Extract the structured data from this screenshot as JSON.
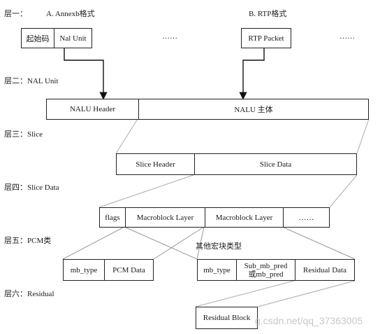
{
  "layers": {
    "l1": "层一：",
    "l2": "层二：NAL Unit",
    "l3": "层三：Slice",
    "l4": "层四：Slice Data",
    "l5": "层五：PCM类",
    "l6": "层六：Residual"
  },
  "headings": {
    "annexb": "A. Annexb格式",
    "rtp": "B. RTP格式"
  },
  "annexb_box": {
    "start_code": "起始码",
    "nal_unit": "Nal Unit"
  },
  "rtp_box": {
    "packet": "RTP Packet"
  },
  "dots": {
    "d1": "……",
    "d2": "……",
    "d3": "……"
  },
  "nalu": {
    "header": "NALU Header",
    "body": "NALU 主体"
  },
  "slice": {
    "header": "Slice Header",
    "data": "Slice Data"
  },
  "slice_data": {
    "flags": "flags",
    "mb1": "Macroblock Layer",
    "mb2": "Macroblock Layer"
  },
  "other_types": "其他宏块类型",
  "pcm": {
    "mb_type": "mb_type",
    "data": "PCM Data"
  },
  "other": {
    "mb_type": "mb_type",
    "sub_line1": "Sub_mb_pred",
    "sub_line2": "或mb_pred",
    "residual": "Residual Data"
  },
  "residual_block": "Residual Block",
  "watermark": "g.csdn.net/qq_37363005"
}
